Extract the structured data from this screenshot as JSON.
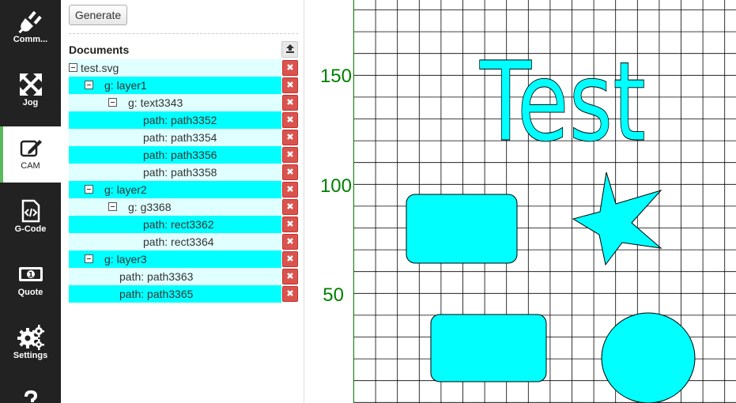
{
  "sidebar": {
    "items": [
      {
        "label": "Comm...",
        "icon": "plug-icon",
        "active": false
      },
      {
        "label": "Jog",
        "icon": "move-arrows-icon",
        "active": false
      },
      {
        "label": "CAM",
        "icon": "pencil-square-icon",
        "active": true
      },
      {
        "label": "G-Code",
        "icon": "code-file-icon",
        "active": false
      },
      {
        "label": "Quote",
        "icon": "money-icon",
        "active": false
      },
      {
        "label": "Settings",
        "icon": "gears-icon",
        "active": false
      },
      {
        "label": "",
        "icon": "help-icon",
        "active": false
      }
    ]
  },
  "toolbar": {
    "generate_label": "Generate"
  },
  "documents": {
    "title": "Documents",
    "tree": [
      {
        "label": "test.svg",
        "level": 0,
        "toggle": true,
        "shade": "lo"
      },
      {
        "label": "g: layer1",
        "level": 1,
        "toggle": true,
        "shade": "hi"
      },
      {
        "label": "g: text3343",
        "level": 2,
        "toggle": true,
        "shade": "lo"
      },
      {
        "label": "path: path3352",
        "level": 3,
        "toggle": false,
        "shade": "hi"
      },
      {
        "label": "path: path3354",
        "level": 3,
        "toggle": false,
        "shade": "lo"
      },
      {
        "label": "path: path3356",
        "level": 3,
        "toggle": false,
        "shade": "hi"
      },
      {
        "label": "path: path3358",
        "level": 3,
        "toggle": false,
        "shade": "lo"
      },
      {
        "label": "g: layer2",
        "level": 1,
        "toggle": true,
        "shade": "hi"
      },
      {
        "label": "g: g3368",
        "level": 2,
        "toggle": true,
        "shade": "lo"
      },
      {
        "label": "path: rect3362",
        "level": 3,
        "toggle": false,
        "shade": "hi"
      },
      {
        "label": "path: rect3364",
        "level": 3,
        "toggle": false,
        "shade": "lo"
      },
      {
        "label": "g: layer3",
        "level": 1,
        "toggle": true,
        "shade": "hi"
      },
      {
        "label": "path: path3363",
        "level": 2,
        "toggle": false,
        "shade": "lo"
      },
      {
        "label": "path: path3365",
        "level": 2,
        "toggle": false,
        "shade": "hi"
      }
    ]
  },
  "canvas": {
    "axis_labels": [
      "150",
      "100",
      "50"
    ],
    "design_text": "Test",
    "colors": {
      "grid": "#000000",
      "axis": "#008000",
      "fill": "#00ffff",
      "accent": "#5cb85c",
      "delete": "#d9534f"
    }
  }
}
